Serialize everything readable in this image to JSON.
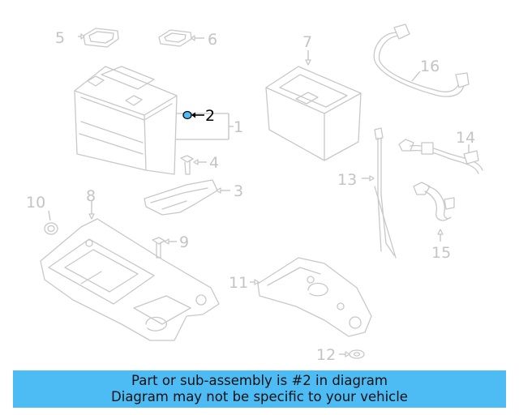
{
  "diagram": {
    "highlight_color": "#000000",
    "callout_color": "#c4c4c4",
    "part_fill": "#4dbcf5",
    "callouts": [
      {
        "id": "1",
        "label": "1"
      },
      {
        "id": "2",
        "label": "2"
      },
      {
        "id": "3",
        "label": "3"
      },
      {
        "id": "4",
        "label": "4"
      },
      {
        "id": "5",
        "label": "5"
      },
      {
        "id": "6",
        "label": "6"
      },
      {
        "id": "7",
        "label": "7"
      },
      {
        "id": "8",
        "label": "8"
      },
      {
        "id": "9",
        "label": "9"
      },
      {
        "id": "10",
        "label": "10"
      },
      {
        "id": "11",
        "label": "11"
      },
      {
        "id": "12",
        "label": "12"
      },
      {
        "id": "13",
        "label": "13"
      },
      {
        "id": "14",
        "label": "14"
      },
      {
        "id": "15",
        "label": "15"
      },
      {
        "id": "16",
        "label": "16"
      }
    ],
    "highlighted": "2"
  },
  "banner": {
    "background": "#4dbcf5",
    "line1": "Part or sub-assembly is #2 in diagram",
    "line2": "Diagram may not be specific to your vehicle"
  }
}
